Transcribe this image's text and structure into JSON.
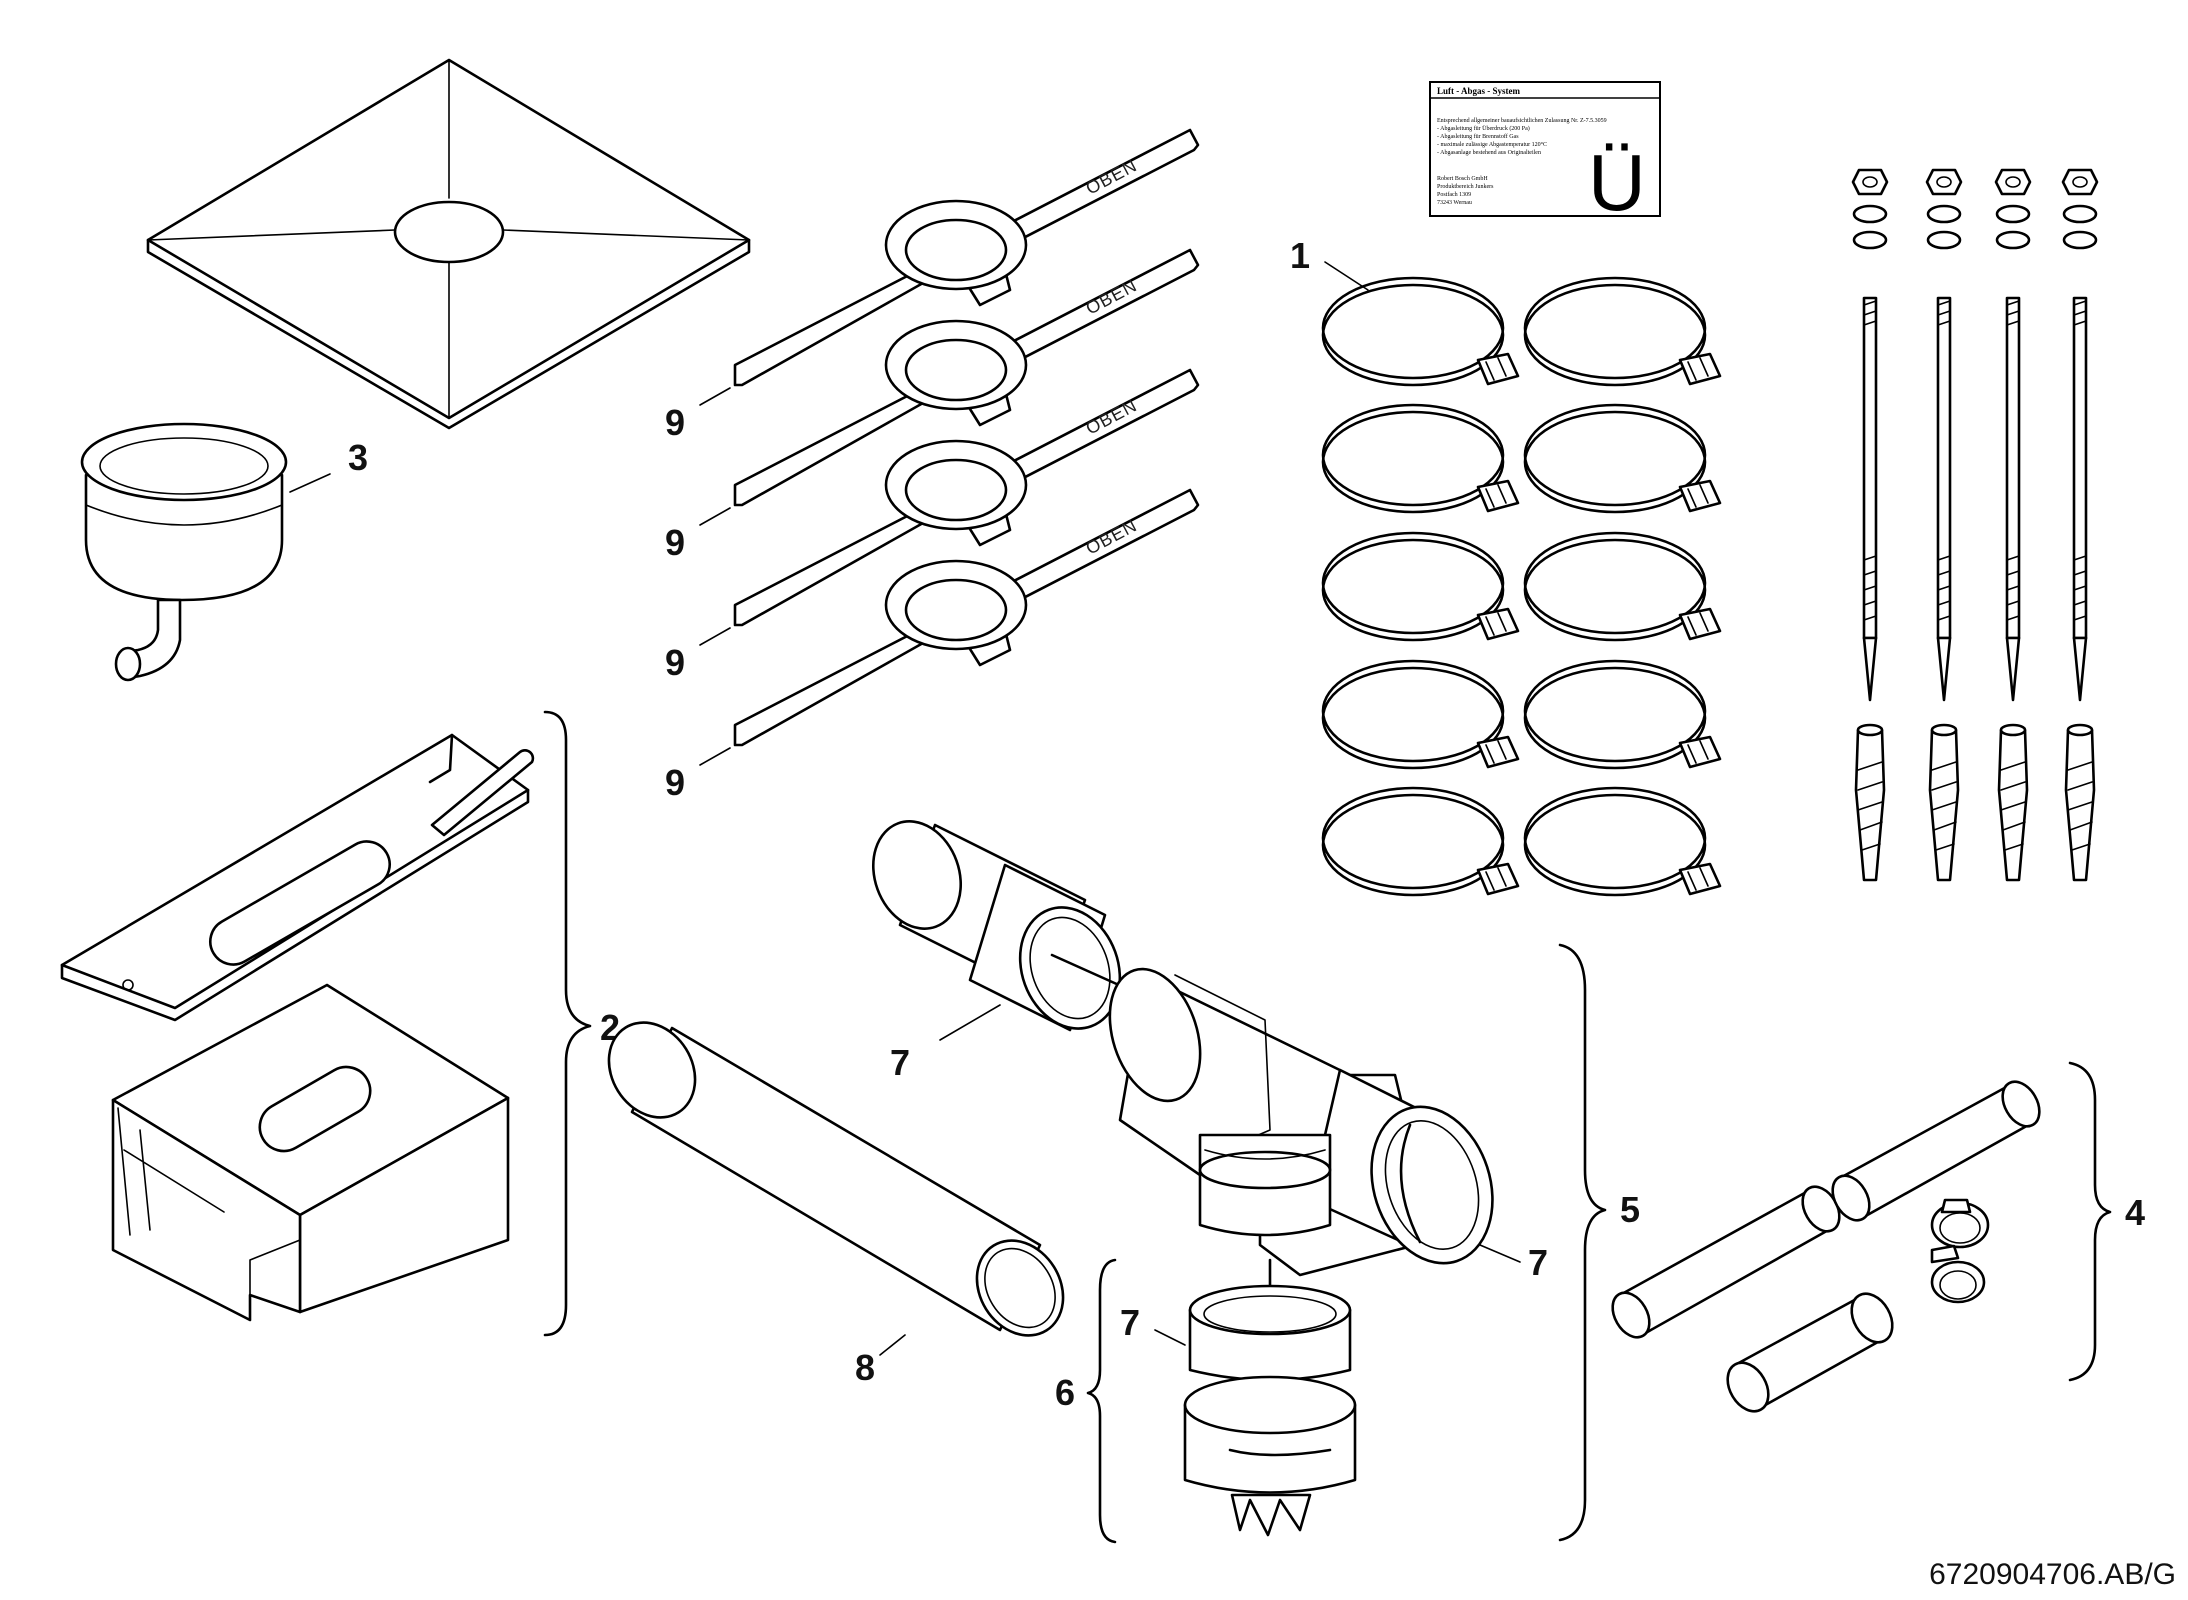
{
  "callouts": {
    "c1": "1",
    "c2": "2",
    "c3": "3",
    "c4": "4",
    "c5": "5",
    "c6": "6",
    "c7a": "7",
    "c7b": "7",
    "c7c": "7",
    "c8": "8",
    "c9a": "9",
    "c9b": "9",
    "c9c": "9",
    "c9d": "9"
  },
  "bracket_text": "OBEN",
  "label_plate": {
    "title": "Luft - Abgas - System",
    "lines": [
      "Entsprechend allgemeiner bauaufsichtlichen Zulassung Nr. Z-7.5.3059",
      "- Abgasleitung für Überdruck (200 Pa)",
      "- Abgasleitung für Brennstoff Gas",
      "- maximale zulässige Abgastemperatur 120°C",
      "- Abgasanlage bestehend aus Originalteilen",
      "Robert Bosch GmbH",
      "Produktbereich Junkers",
      "Postfach 1309",
      "73243 Wernau"
    ],
    "mark": "Ü"
  },
  "document_id": "6720904706.AB/G"
}
